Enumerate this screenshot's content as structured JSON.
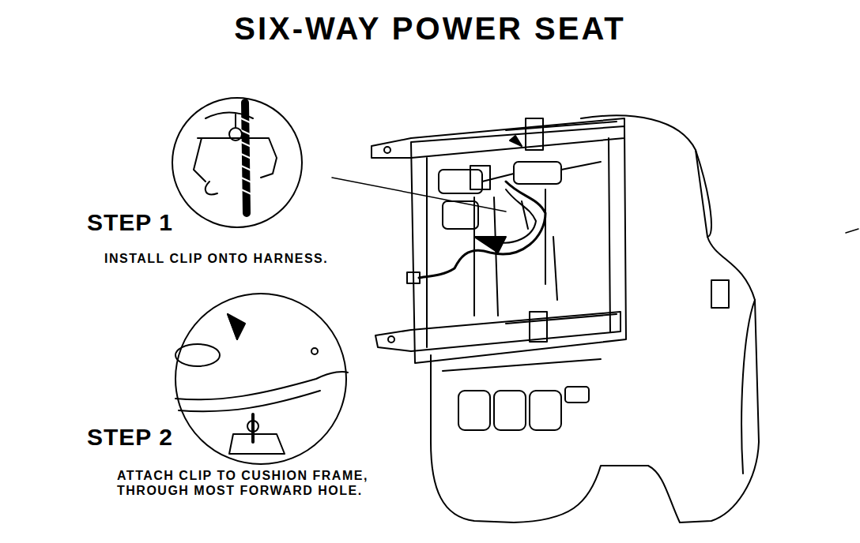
{
  "diagram": {
    "title": "SIX-WAY POWER SEAT",
    "labels": [
      "STEP 1",
      "INSTALL CLIP ONTO HARNESS.",
      "STEP 2",
      "ATTACH CLIP TO CUSHION FRAME, THROUGH MOST FORWARD HOLE."
    ]
  }
}
